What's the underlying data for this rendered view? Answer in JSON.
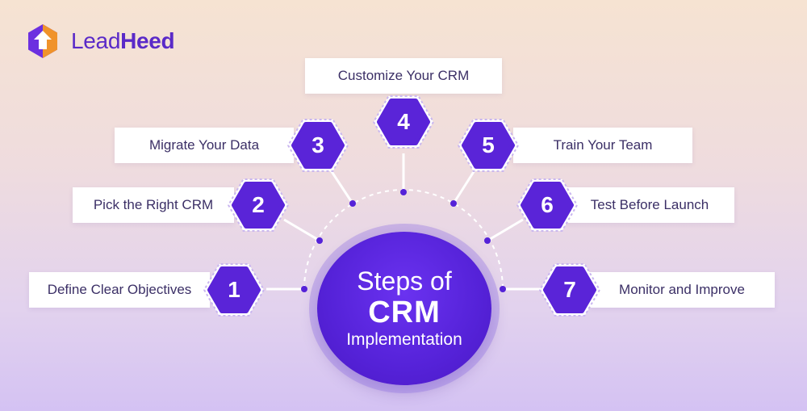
{
  "brand": {
    "name_part1": "Lead",
    "name_part2": "Heed",
    "logo_icon": "upload-arrow-icon"
  },
  "center": {
    "line1": "Steps of",
    "line2": "CRM",
    "line3": "Implementation"
  },
  "steps": [
    {
      "number": "1",
      "label": "Define Clear Objectives"
    },
    {
      "number": "2",
      "label": "Pick the Right CRM"
    },
    {
      "number": "3",
      "label": "Migrate Your Data"
    },
    {
      "number": "4",
      "label": "Customize Your CRM"
    },
    {
      "number": "5",
      "label": "Train Your Team"
    },
    {
      "number": "6",
      "label": "Test Before Launch"
    },
    {
      "number": "7",
      "label": "Monitor and Improve"
    }
  ],
  "colors": {
    "primary": "#5a24d8",
    "hex_border": "#c9b6ef",
    "label_text": "#3b2f66",
    "connector": "#ffffff",
    "dot": "#5522d8"
  }
}
